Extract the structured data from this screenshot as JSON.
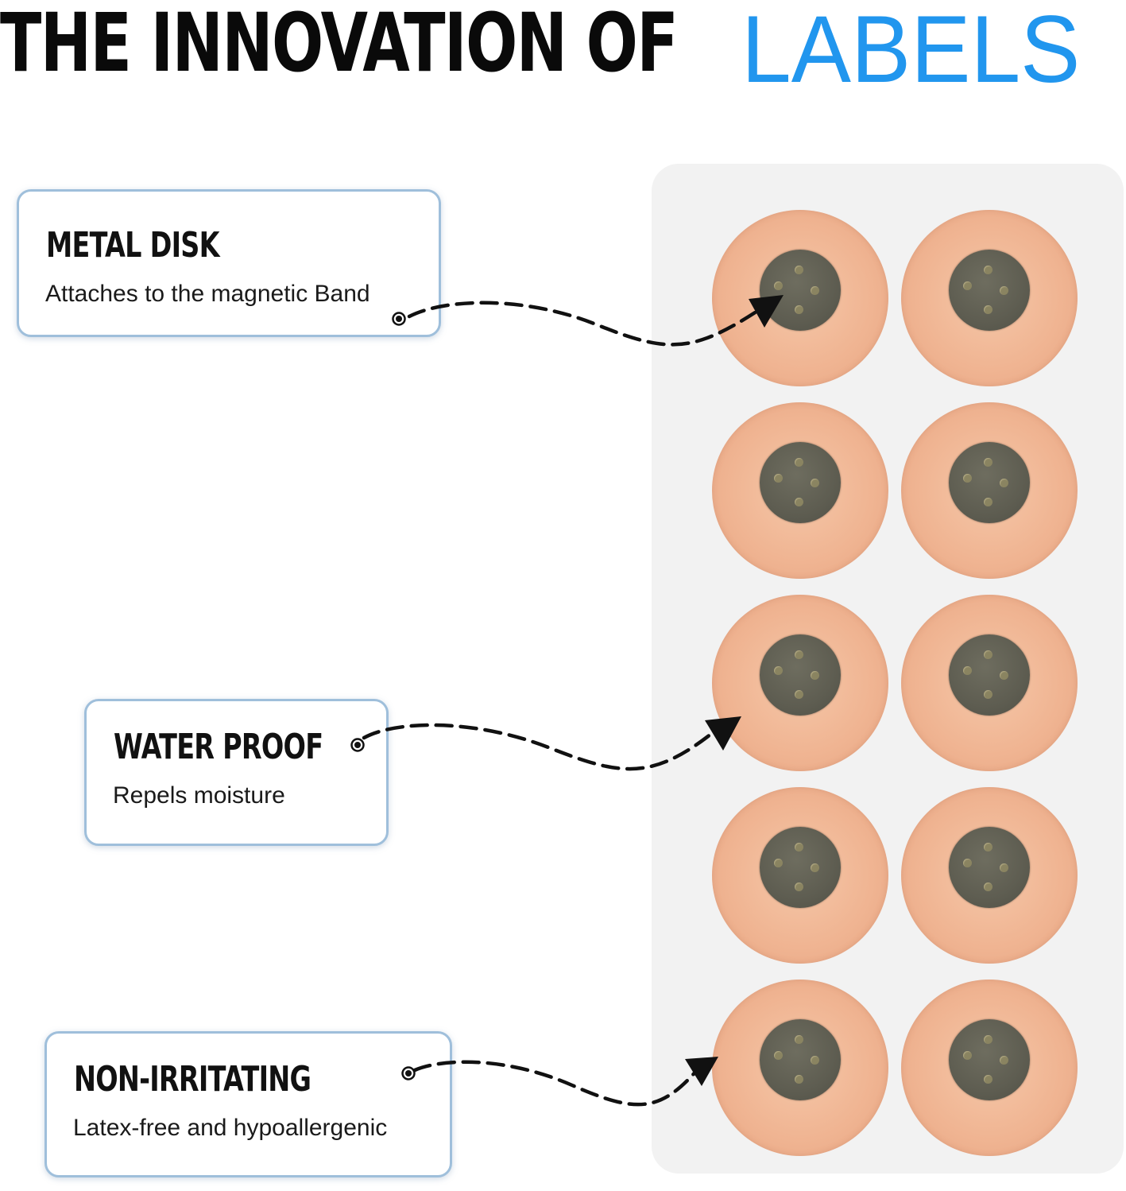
{
  "headline": {
    "dark_text": "THE INNOVATION OF",
    "accent_text": "LABELS",
    "accent_color": "#2196ee"
  },
  "features": [
    {
      "title": "METAL DISK",
      "description": "Attaches to the magnetic Band"
    },
    {
      "title": "WATER PROOF",
      "description": "Repels moisture"
    },
    {
      "title": "NON-IRRITATING",
      "description": "Latex-free and hypoallergenic"
    }
  ],
  "sheet": {
    "rows": 5,
    "columns": 2,
    "sticker_color": "#f0b593",
    "disk_color": "#5e5d51"
  }
}
